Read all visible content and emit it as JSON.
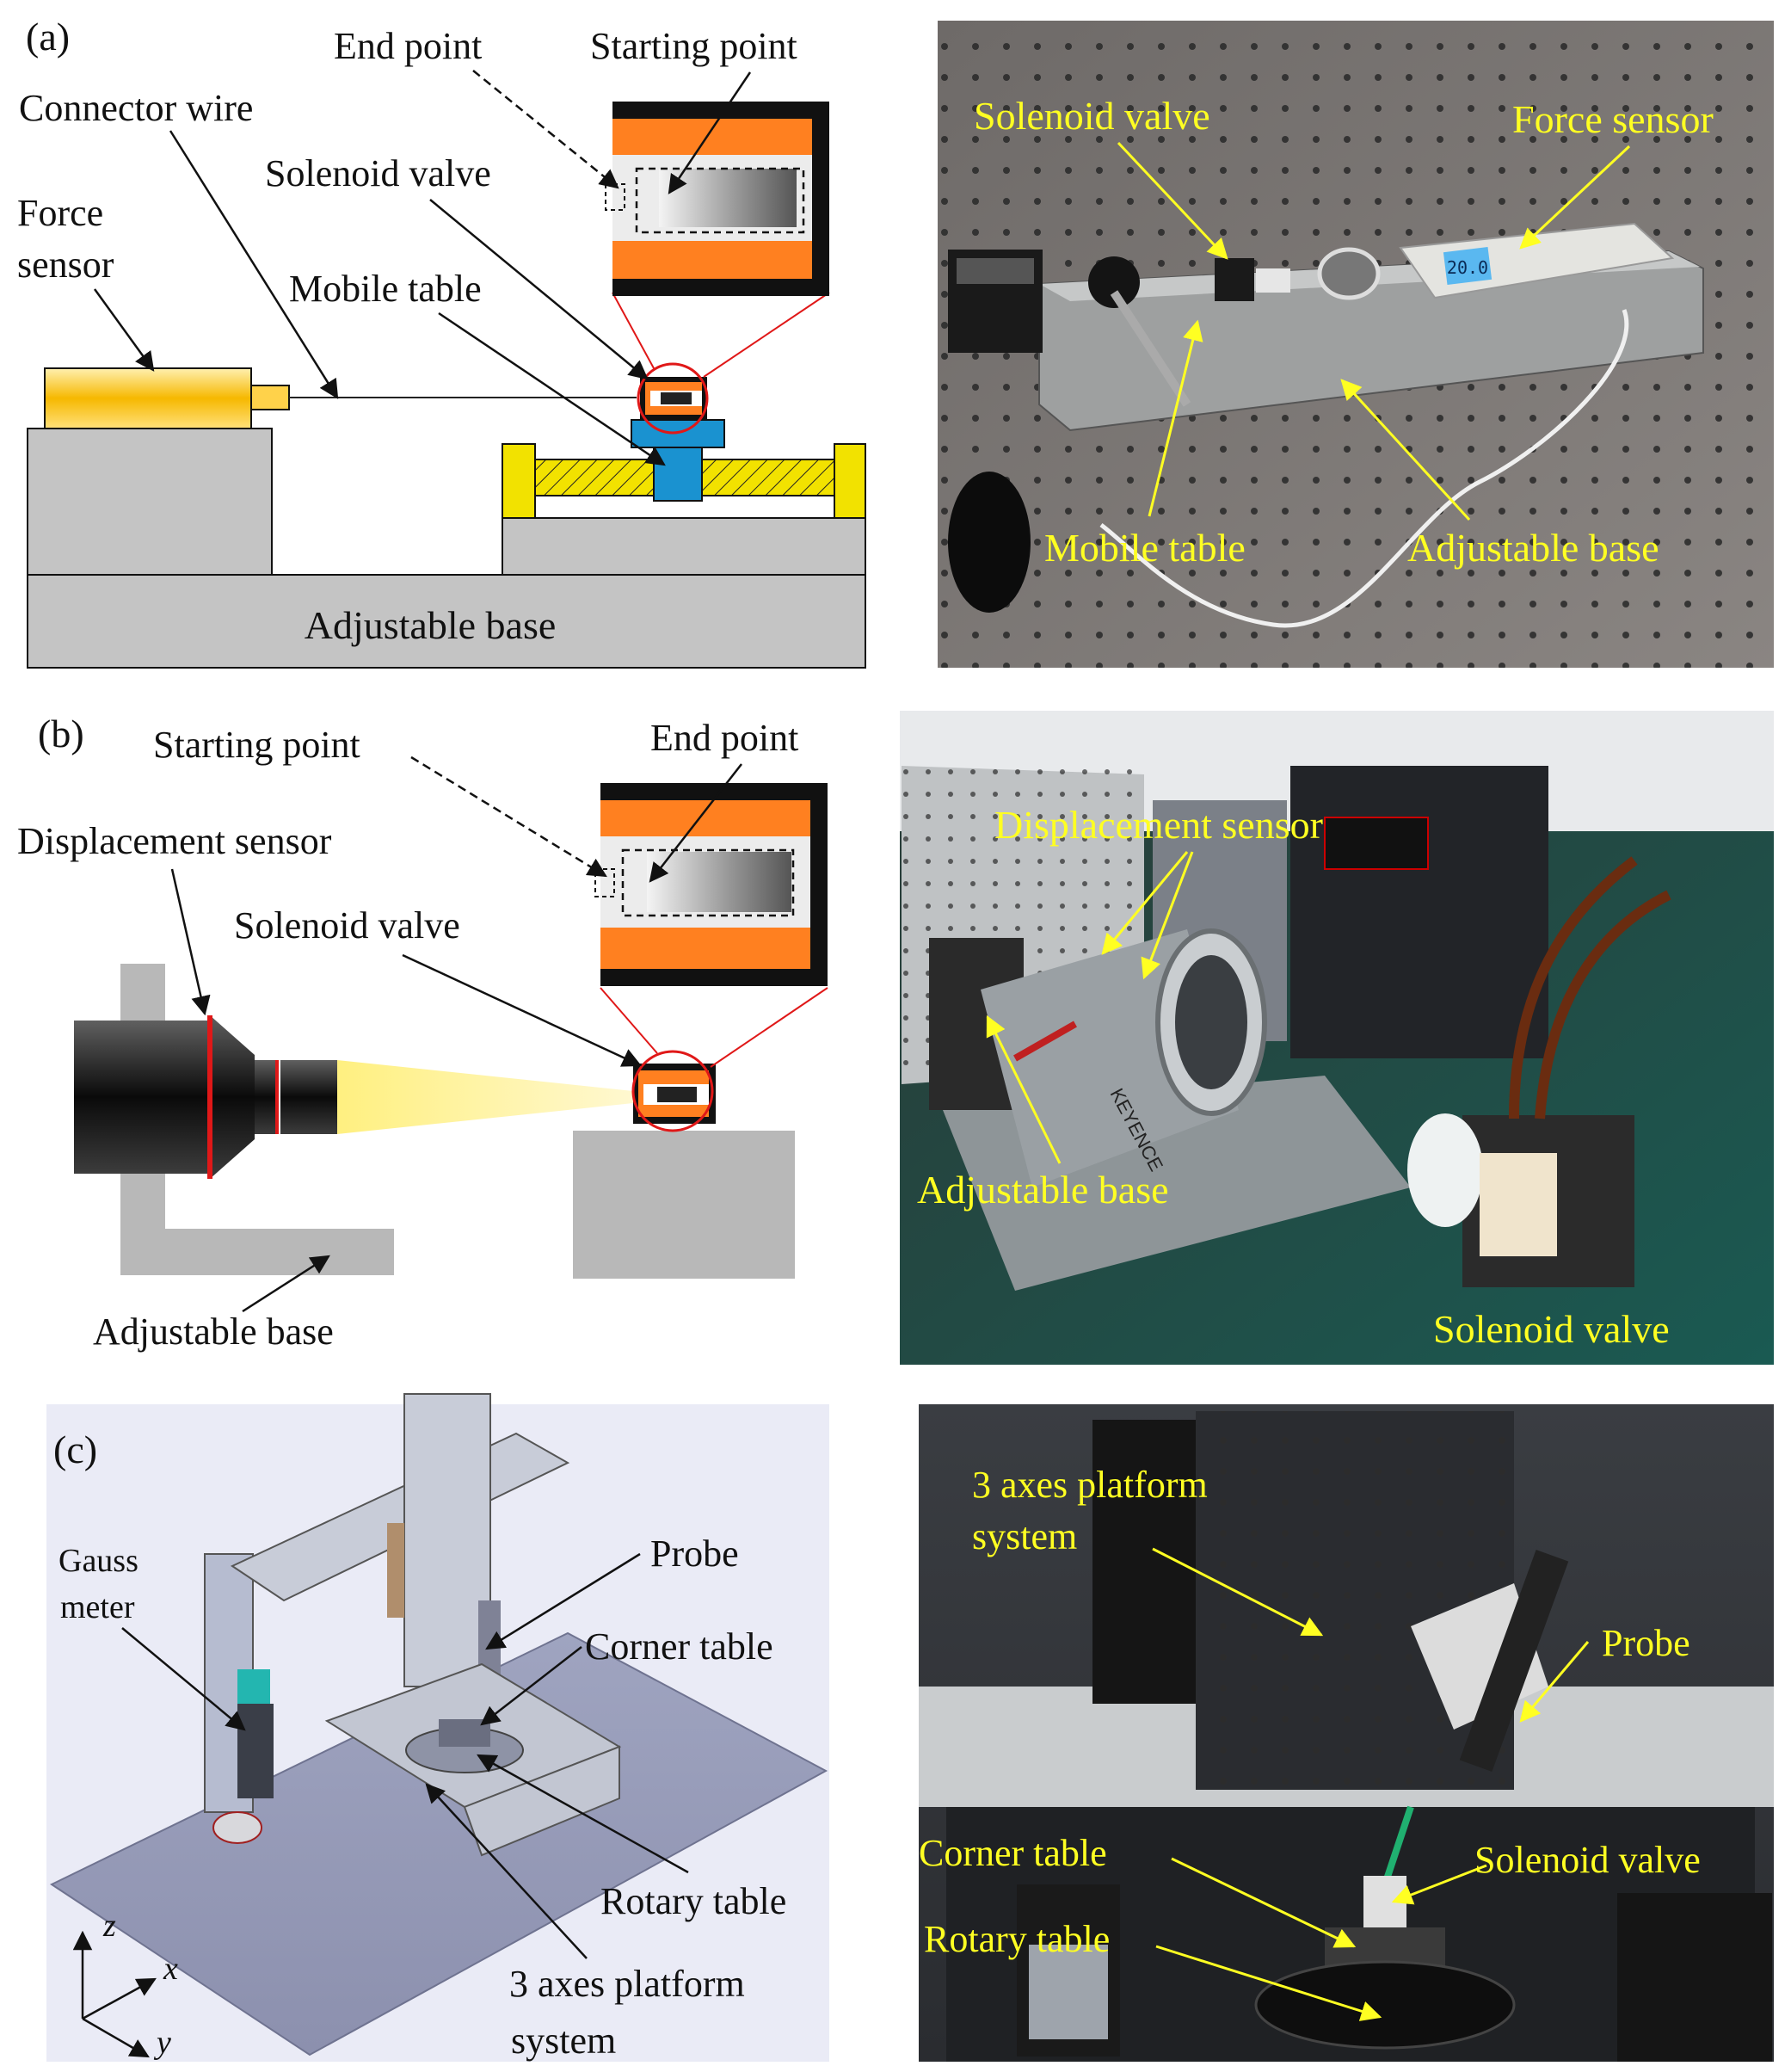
{
  "panel_a": {
    "tag": "(a)",
    "end_point": "End point",
    "starting_point": "Starting point",
    "connector_wire": "Connector wire",
    "solenoid_valve": "Solenoid valve",
    "force_sensor_1": "Force",
    "force_sensor_2": "sensor",
    "mobile_table": "Mobile table",
    "adjustable_base": "Adjustable base",
    "photo": {
      "solenoid_valve": "Solenoid valve",
      "force_sensor": "Force sensor",
      "mobile_table": "Mobile table",
      "adjustable_base": "Adjustable base",
      "device_reading": "20.0"
    }
  },
  "panel_b": {
    "tag": "(b)",
    "starting_point": "Starting point",
    "end_point": "End point",
    "displacement_sensor": "Displacement sensor",
    "solenoid_valve": "Solenoid valve",
    "adjustable_base": "Adjustable base",
    "photo": {
      "displacement_sensor": "Displacement sensor",
      "adjustable_base": "Adjustable base",
      "solenoid_valve": "Solenoid valve",
      "brand": "KEYENCE"
    }
  },
  "panel_c": {
    "tag": "(c)",
    "gauss_meter_1": "Gauss",
    "gauss_meter_2": "meter",
    "probe": "Probe",
    "corner_table": "Corner table",
    "rotary_table": "Rotary table",
    "platform_1": "3 axes platform",
    "platform_2": "system",
    "axis_z": "z",
    "axis_x": "x",
    "axis_y": "y",
    "photo": {
      "platform_1": "3 axes platform",
      "platform_2": "system",
      "probe": "Probe",
      "corner_table": "Corner table",
      "solenoid_valve": "Solenoid valve",
      "rotary_table": "Rotary table"
    }
  },
  "colors": {
    "valve_orange": "#ff8020",
    "table_blue": "#1a92d0",
    "rail_yellow": "#f2e200",
    "base_gray": "#c4c4c4",
    "photo_label": "#ffff22",
    "callout_red": "#e01818"
  }
}
